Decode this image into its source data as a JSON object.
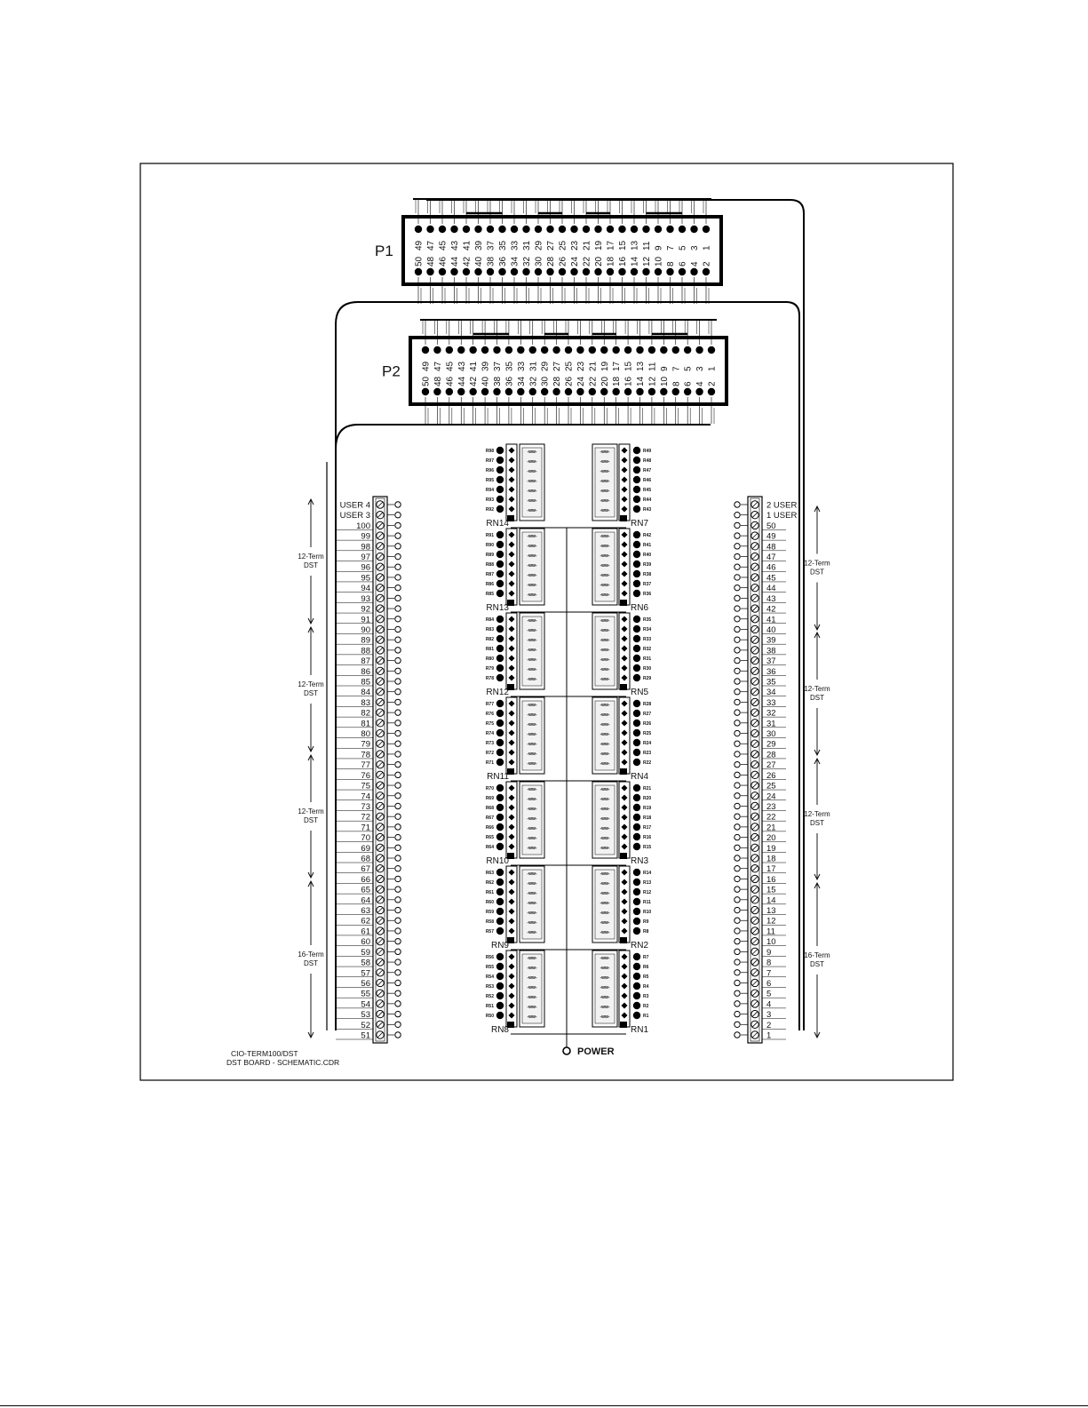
{
  "connectors": [
    {
      "id": "p1",
      "label": "P1",
      "top_row": [
        "49",
        "47",
        "45",
        "43",
        "41",
        "39",
        "37",
        "35",
        "33",
        "31",
        "29",
        "27",
        "25",
        "23",
        "21",
        "19",
        "17",
        "15",
        "13",
        "11",
        "9",
        "7",
        "5",
        "3",
        "1"
      ],
      "bottom_row": [
        "50",
        "48",
        "46",
        "44",
        "42",
        "40",
        "38",
        "36",
        "34",
        "32",
        "30",
        "28",
        "26",
        "24",
        "22",
        "20",
        "18",
        "16",
        "14",
        "12",
        "10",
        "8",
        "6",
        "4",
        "2"
      ]
    },
    {
      "id": "p2",
      "label": "P2",
      "top_row": [
        "49",
        "47",
        "45",
        "43",
        "41",
        "39",
        "37",
        "35",
        "33",
        "31",
        "29",
        "27",
        "25",
        "23",
        "21",
        "19",
        "17",
        "15",
        "13",
        "11",
        "9",
        "7",
        "5",
        "3",
        "1"
      ],
      "bottom_row": [
        "50",
        "48",
        "46",
        "44",
        "42",
        "40",
        "38",
        "36",
        "34",
        "32",
        "30",
        "28",
        "26",
        "24",
        "22",
        "20",
        "18",
        "16",
        "14",
        "12",
        "10",
        "8",
        "6",
        "4",
        "2"
      ]
    }
  ],
  "left_terminal_strip": [
    "USER 4",
    "USER 3",
    "100",
    "99",
    "98",
    "97",
    "96",
    "95",
    "94",
    "93",
    "92",
    "91",
    "90",
    "89",
    "88",
    "87",
    "86",
    "85",
    "84",
    "83",
    "82",
    "81",
    "80",
    "79",
    "78",
    "77",
    "76",
    "75",
    "74",
    "73",
    "72",
    "71",
    "70",
    "69",
    "68",
    "67",
    "66",
    "65",
    "64",
    "63",
    "62",
    "61",
    "60",
    "59",
    "58",
    "57",
    "56",
    "55",
    "54",
    "53",
    "52",
    "51"
  ],
  "right_terminal_strip": [
    "2 USER",
    "1 USER",
    "50",
    "49",
    "48",
    "47",
    "46",
    "45",
    "44",
    "43",
    "42",
    "41",
    "40",
    "39",
    "38",
    "37",
    "36",
    "35",
    "34",
    "33",
    "32",
    "31",
    "30",
    "29",
    "28",
    "27",
    "26",
    "25",
    "24",
    "23",
    "22",
    "21",
    "20",
    "19",
    "18",
    "17",
    "16",
    "15",
    "14",
    "13",
    "12",
    "11",
    "10",
    "9",
    "8",
    "7",
    "6",
    "5",
    "4",
    "3",
    "2",
    "1"
  ],
  "left_groups": [
    {
      "line1": "12-Term",
      "line2": "DST"
    },
    {
      "line1": "12-Term",
      "line2": "DST"
    },
    {
      "line1": "12-Term",
      "line2": "DST"
    },
    {
      "line1": "16-Term",
      "line2": "DST"
    }
  ],
  "right_groups": [
    {
      "line1": "12-Term",
      "line2": "DST"
    },
    {
      "line1": "12-Term",
      "line2": "DST"
    },
    {
      "line1": "12-Term",
      "line2": "DST"
    },
    {
      "line1": "16-Term",
      "line2": "DST"
    }
  ],
  "resistor_networks": [
    {
      "left": {
        "name": "RN14",
        "resistors": [
          "R98",
          "R97",
          "R96",
          "R95",
          "R94",
          "R93",
          "R92"
        ]
      },
      "right": {
        "name": "RN7",
        "resistors": [
          "R49",
          "R48",
          "R47",
          "R46",
          "R45",
          "R44",
          "R43"
        ]
      }
    },
    {
      "left": {
        "name": "RN13",
        "resistors": [
          "R91",
          "R90",
          "R89",
          "R88",
          "R87",
          "R86",
          "R85"
        ]
      },
      "right": {
        "name": "RN6",
        "resistors": [
          "R42",
          "R41",
          "R40",
          "R39",
          "R38",
          "R37",
          "R36"
        ]
      }
    },
    {
      "left": {
        "name": "RN12",
        "resistors": [
          "R84",
          "R83",
          "R82",
          "R81",
          "R80",
          "R79",
          "R78"
        ]
      },
      "right": {
        "name": "RN5",
        "resistors": [
          "R35",
          "R34",
          "R33",
          "R32",
          "R31",
          "R30",
          "R29"
        ]
      }
    },
    {
      "left": {
        "name": "RN11",
        "resistors": [
          "R77",
          "R76",
          "R75",
          "R74",
          "R73",
          "R72",
          "R71"
        ]
      },
      "right": {
        "name": "RN4",
        "resistors": [
          "R28",
          "R27",
          "R26",
          "R25",
          "R24",
          "R23",
          "R22"
        ]
      }
    },
    {
      "left": {
        "name": "RN10",
        "resistors": [
          "R70",
          "R69",
          "R68",
          "R67",
          "R66",
          "R65",
          "R64"
        ]
      },
      "right": {
        "name": "RN3",
        "resistors": [
          "R21",
          "R20",
          "R19",
          "R18",
          "R17",
          "R16",
          "R15"
        ]
      }
    },
    {
      "left": {
        "name": "RN9",
        "resistors": [
          "R63",
          "R62",
          "R61",
          "R60",
          "R59",
          "R58",
          "R57"
        ]
      },
      "right": {
        "name": "RN2",
        "resistors": [
          "R14",
          "R13",
          "R12",
          "R11",
          "R10",
          "R9",
          "R8"
        ]
      }
    },
    {
      "left": {
        "name": "RN8",
        "resistors": [
          "R56",
          "R55",
          "R54",
          "R53",
          "R52",
          "R51",
          "R50"
        ]
      },
      "right": {
        "name": "RN1",
        "resistors": [
          "R7",
          "R6",
          "R5",
          "R4",
          "R3",
          "R2",
          "R1"
        ]
      }
    }
  ],
  "resistor_glyph": "-ww-",
  "power_label": "POWER",
  "credit": {
    "line1": "CIO-TERM100/DST",
    "line2": "DST BOARD - SCHEMATIC.CDR"
  }
}
